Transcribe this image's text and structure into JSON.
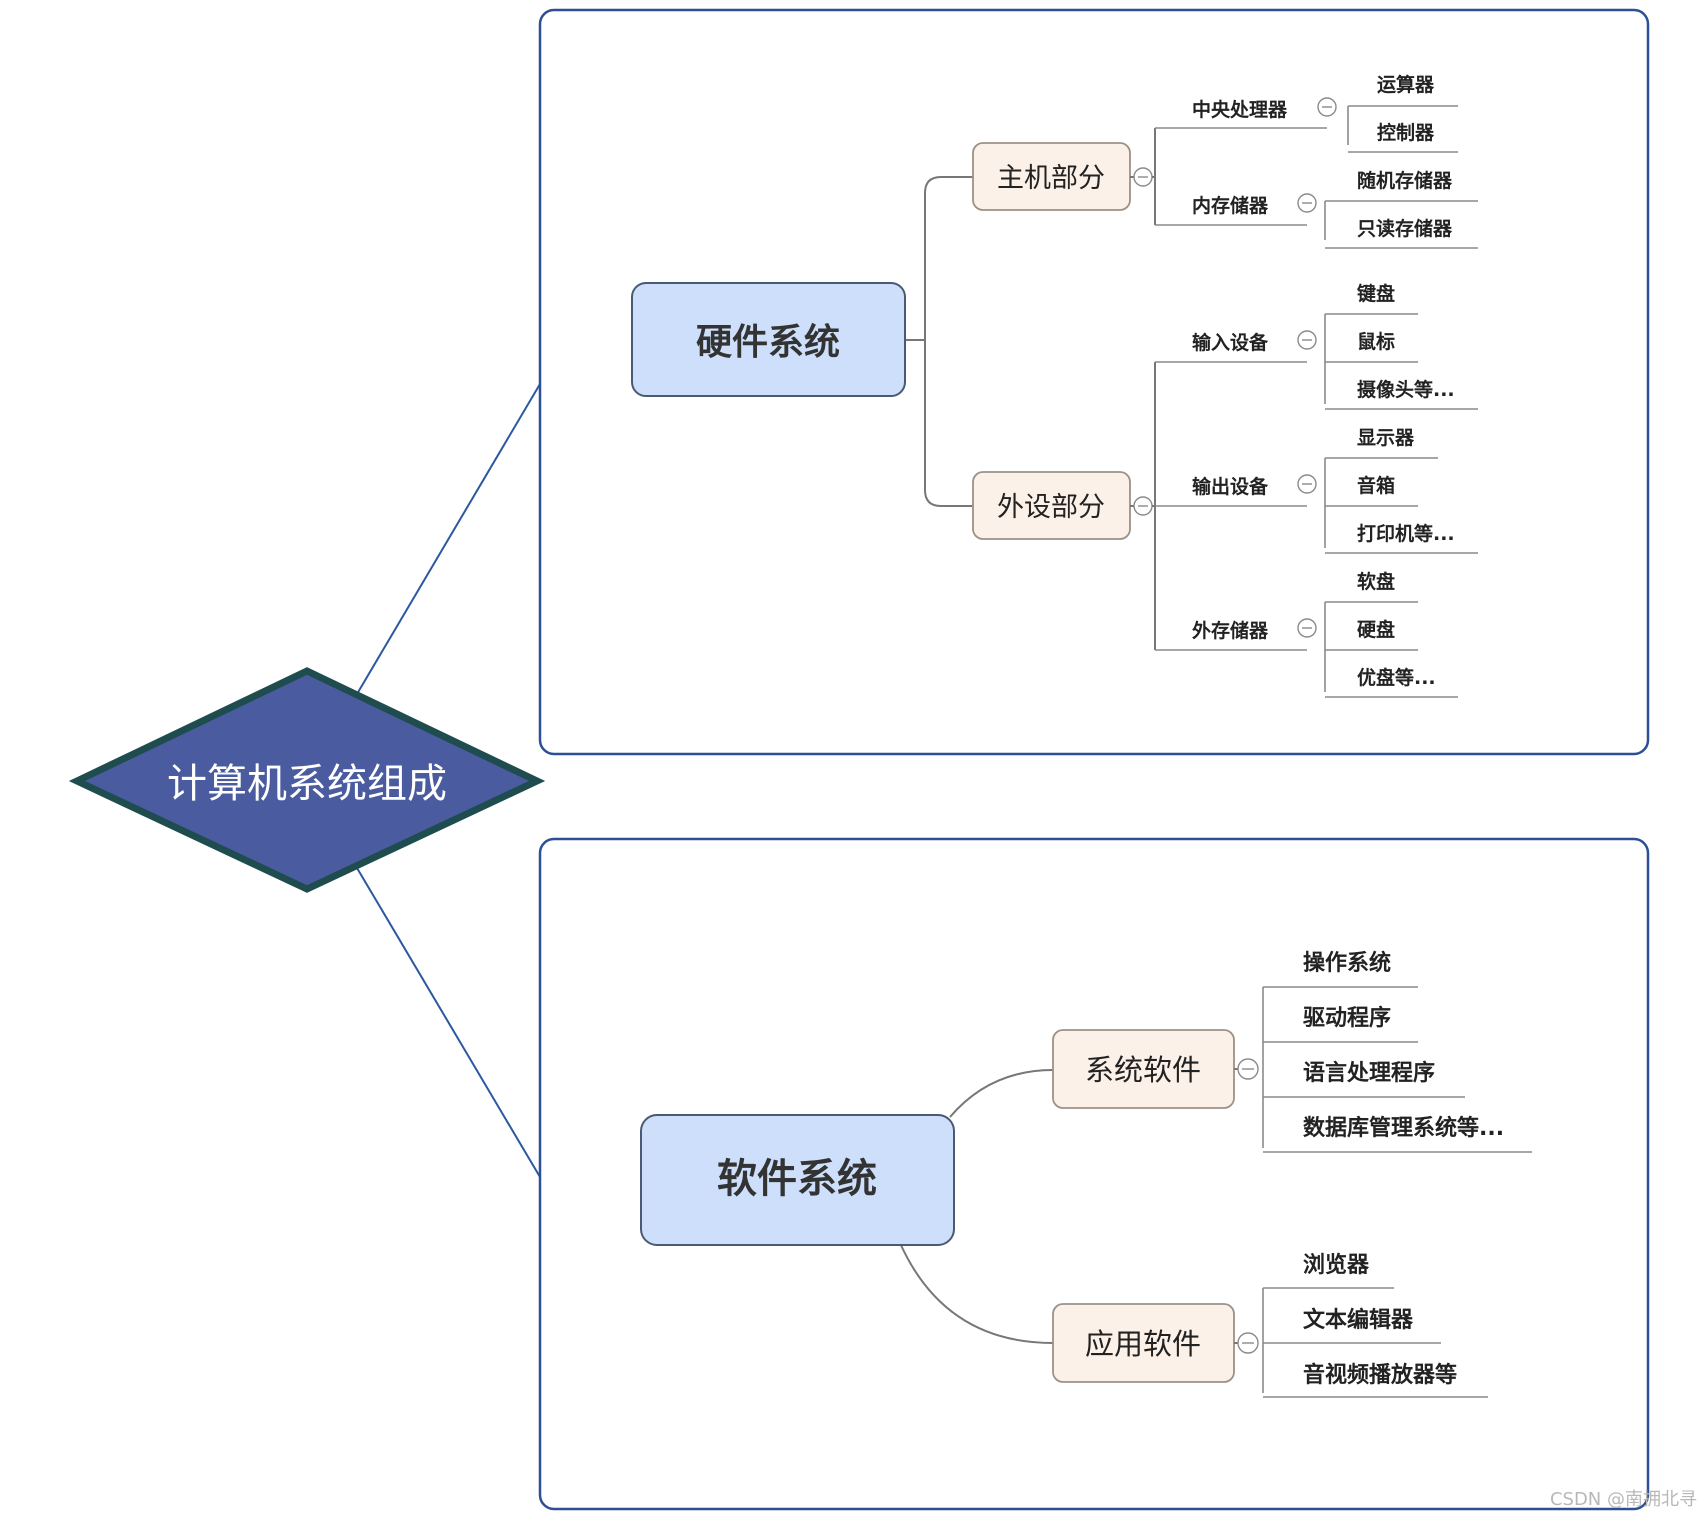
{
  "root": {
    "label": "计算机系统组成",
    "fill": "#4a5c9f",
    "stroke": "#1f4d4f"
  },
  "hardware": {
    "label": "硬件系统",
    "host": {
      "label": "主机部分",
      "cpu": {
        "label": "中央处理器",
        "items": [
          "运算器",
          "控制器"
        ]
      },
      "memory": {
        "label": "内存储器",
        "items": [
          "随机存储器",
          "只读存储器"
        ]
      }
    },
    "peripheral": {
      "label": "外设部分",
      "input": {
        "label": "输入设备",
        "items": [
          "键盘",
          "鼠标",
          "摄像头等..."
        ]
      },
      "output": {
        "label": "输出设备",
        "items": [
          "显示器",
          "音箱",
          "打印机等..."
        ]
      },
      "storage": {
        "label": "外存储器",
        "items": [
          "软盘",
          "硬盘",
          "优盘等..."
        ]
      }
    }
  },
  "software": {
    "label": "软件系统",
    "system": {
      "label": "系统软件",
      "items": [
        "操作系统",
        "驱动程序",
        "语言处理程序",
        "数据库管理系统等..."
      ]
    },
    "application": {
      "label": "应用软件",
      "items": [
        "浏览器",
        "文本编辑器",
        "音视频播放器等"
      ]
    }
  },
  "watermark": "CSDN @南拥北寻",
  "colors": {
    "panel_border": "#2c4f96",
    "level2_fill": "#cddffa",
    "level3_fill": "#fcf1e8",
    "connector": "#2c58a0"
  }
}
